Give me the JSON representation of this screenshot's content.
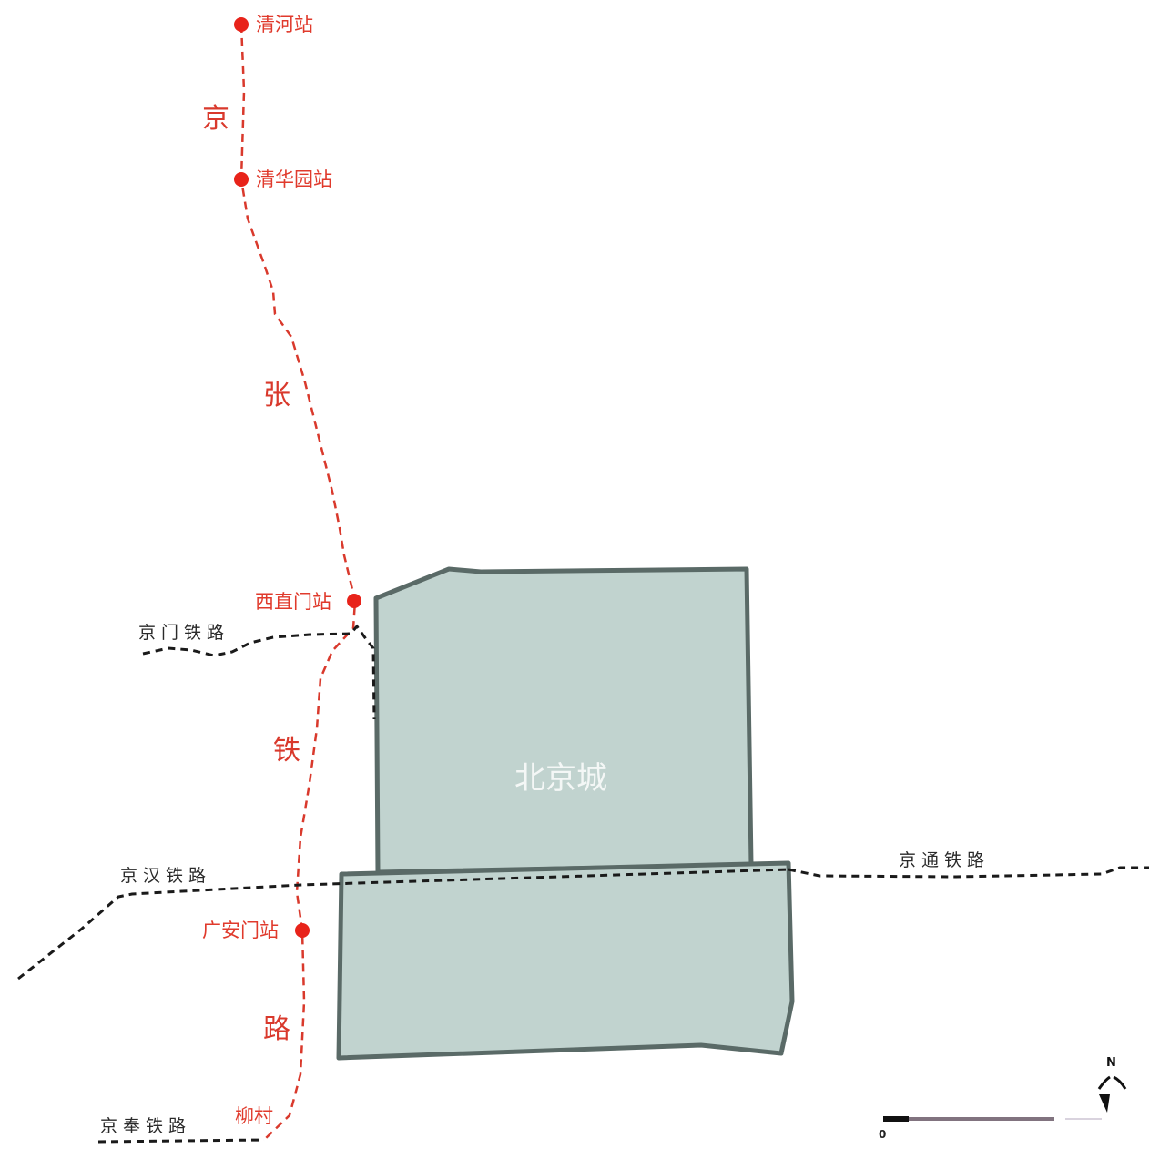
{
  "map": {
    "city": {
      "label": "北京城",
      "fill": "#c1d3cf",
      "stroke": "#5a6a67"
    },
    "route": {
      "name": "京张铁路",
      "chars": [
        "京",
        "张",
        "铁",
        "路"
      ],
      "color": "#d9392c",
      "stations": [
        {
          "label": "清河站"
        },
        {
          "label": "清华园站"
        },
        {
          "label": "西直门站"
        },
        {
          "label": "广安门站"
        },
        {
          "label": "柳村"
        }
      ]
    },
    "railways": [
      {
        "label": "京门铁路"
      },
      {
        "label": "京汉铁路"
      },
      {
        "label": "京通铁路"
      },
      {
        "label": "京奉铁路"
      }
    ],
    "scale": {
      "zero": "0"
    },
    "north": {
      "label": "N"
    },
    "colors": {
      "station": "#e8231a",
      "rail": "#1a1a1a"
    }
  }
}
